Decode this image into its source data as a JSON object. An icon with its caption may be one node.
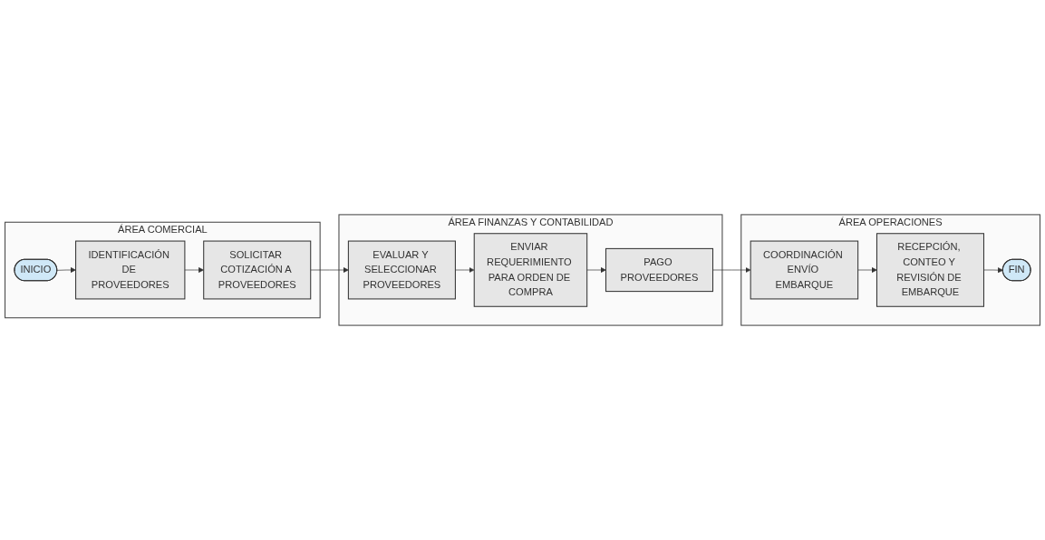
{
  "diagram": {
    "nodes": [
      {
        "text": [
          "ÁREA COMERCIAL"
        ]
      },
      {
        "text": [
          "INICIO"
        ],
        "in": 0
      },
      {
        "text": [
          "IDENTIFICACIÓN DE PROVEEDORES"
        ],
        "in": 0
      },
      {
        "text": [
          "SOLICITAR COTIZACIÓN A PROVEEDORES"
        ],
        "in": 0
      },
      {
        "text": [
          "ÁREA FINANZAS Y CONTABILIDAD"
        ]
      },
      {
        "text": [
          "EVALUAR Y SELECCIONAR PROVEEDORES"
        ],
        "in": 4
      },
      {
        "text": [
          "ENVIAR REQUERIMIENTO PARA ORDEN DE COMPRA"
        ],
        "in": 4
      },
      {
        "text": [
          "PAGO PROVEEDORES"
        ],
        "in": 4
      },
      {
        "text": [
          "ÁREA OPERACIONES"
        ]
      },
      {
        "text": [
          "COORDINACIÓN ENVÍO EMBARQUE"
        ],
        "in": 8
      },
      {
        "text": [
          "RECEPCIÓN, CONTEO Y REVISIÓN DE EMBARQUE"
        ],
        "in": 8
      },
      {
        "text": [
          "FIN"
        ],
        "in": 8
      }
    ],
    "edges": [
      {
        "from": 1,
        "to": 2,
        "arrow": "to"
      },
      {
        "from": 2,
        "to": 3,
        "arrow": "to"
      },
      {
        "from": 3,
        "to": 5,
        "arrow": "to"
      },
      {
        "from": 5,
        "to": 6,
        "arrow": "to"
      },
      {
        "from": 6,
        "to": 7,
        "arrow": "to"
      },
      {
        "from": 7,
        "to": 9,
        "arrow": "to"
      },
      {
        "from": 9,
        "to": 10,
        "arrow": "to"
      },
      {
        "from": 10,
        "to": 11,
        "arrow": "to"
      }
    ]
  }
}
